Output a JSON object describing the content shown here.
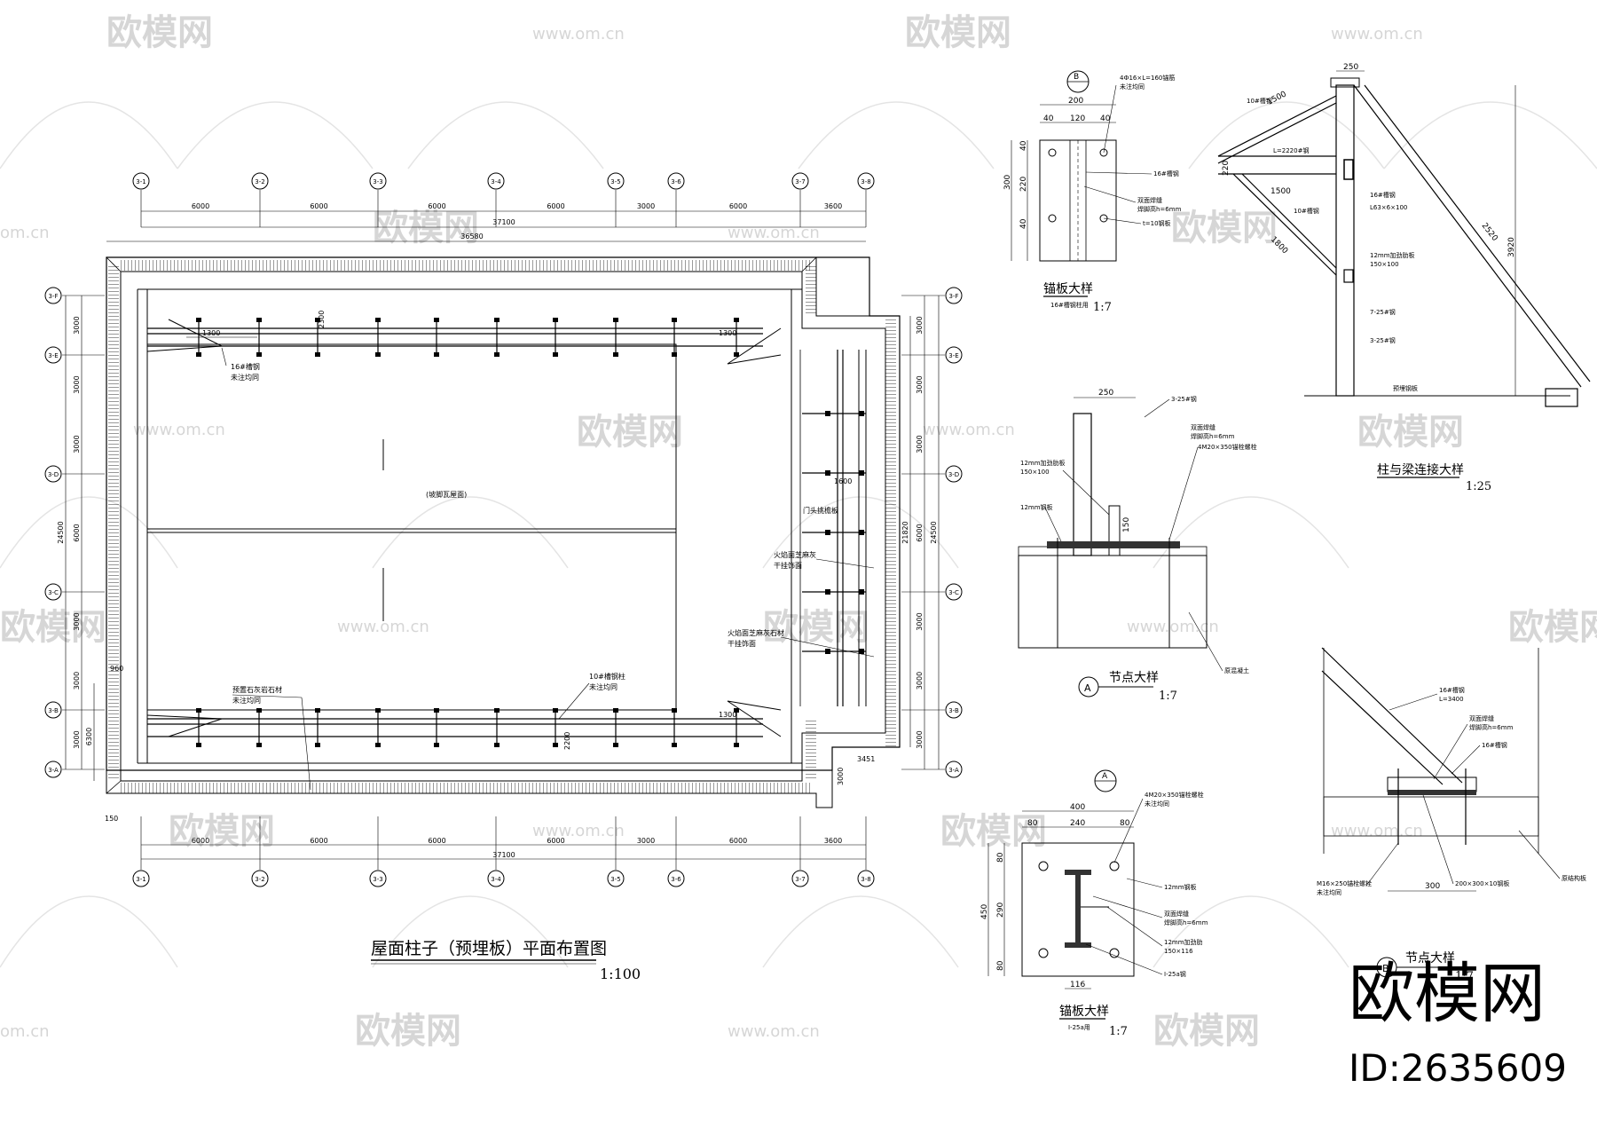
{
  "watermark": {
    "brand": "欧模网",
    "url": "www.om.cn",
    "url_short": "om.cn",
    "big_brand": "欧模网",
    "id_label": "ID:2635609"
  },
  "plan": {
    "title": "屋面柱子（预埋板）平面布置图",
    "scale": "1:100",
    "grid_top": [
      "3-1",
      "3-2",
      "3-3",
      "3-4",
      "3-5",
      "3-6",
      "3-7",
      "3-8"
    ],
    "grid_left": [
      "3-F",
      "3-E",
      "3-D",
      "3-C",
      "3-B",
      "3-A"
    ],
    "grid_right": [
      "3-F",
      "3-E",
      "3-D",
      "3-C",
      "3-B",
      "3-A"
    ],
    "spans_top": [
      "6000",
      "6000",
      "6000",
      "6000",
      "3000",
      "6000",
      "3600"
    ],
    "total_top": "37100",
    "inner_top": "36580",
    "spans_bottom": [
      "6000",
      "6000",
      "6000",
      "6000",
      "3000",
      "6000",
      "3600"
    ],
    "total_bottom": "37100",
    "spans_left": [
      "3000",
      "3000",
      "3000",
      "6000",
      "3000",
      "3000",
      "3000"
    ],
    "total_left": "24500",
    "left_6300": "6300",
    "spans_right": [
      "3000",
      "3000",
      "3000",
      "6000",
      "3000",
      "3000",
      "3000"
    ],
    "total_right": "24500",
    "right_21820": "21820",
    "dim_1300a": "1300",
    "dim_1300b": "1300",
    "dim_1300c": "1300",
    "dim_1600": "1600",
    "dim_2300": "2300",
    "dim_2200": "2200",
    "dim_960": "960",
    "dim_3451": "3451",
    "dim_3000": "3000",
    "dim_150": "150",
    "center_label": "(坡脚瓦屋面)",
    "note_a": "16#槽钢",
    "note_a2": "未注均同",
    "note_b": "10#槽钢柱",
    "note_b2": "未注均同",
    "note_c": "预置石灰岩石材",
    "note_c2": "未注均同",
    "note_d": "门头挑檐板",
    "note_e": "火焰面芝麻灰",
    "note_e2": "干挂饰面",
    "note_f": "火焰面芝麻灰石材",
    "note_f2": "干挂饰面"
  },
  "detail_anchor1": {
    "title": "锚板大样",
    "scale": "1:7",
    "sub": "16#槽钢柱用",
    "marker": "B",
    "dims_top": [
      "40",
      "120",
      "40"
    ],
    "dim_total": "200",
    "dims_left": [
      "40",
      "220",
      "40"
    ],
    "dim_left_total": "300",
    "note1": "4Ф16×L=160锚筋",
    "note1b": "未注均同",
    "note2": "16#槽钢",
    "note3": "双面焊缝",
    "note3b": "焊脚高h=6mm",
    "note4": "t=10钢板"
  },
  "detail_column_beam": {
    "title": "柱与梁连接大样",
    "scale": "1:25",
    "dim_250": "250",
    "dim_1500a": "1500",
    "dim_1500b": "1500",
    "dim_220": "220",
    "dim_2520": "2520",
    "dim_1800": "1800",
    "dim_3920": "3920",
    "note1": "10#槽钢",
    "note2": "L=2220#钢",
    "note3": "16#槽钢",
    "note4": "L63×6×100",
    "note5": "10#槽钢",
    "note6": "12mm加劲肋板",
    "note6b": "150×100",
    "note7": "7-25#钢",
    "note8": "3-25#钢",
    "note9": "预埋钢板"
  },
  "detail_node_a": {
    "title": "节点大样",
    "scale": "1:7",
    "marker": "A",
    "dim_250": "250",
    "dim_150": "150",
    "note1": "3-25#钢",
    "note2": "12mm加劲肋板",
    "note2b": "150×100",
    "note3": "12mm钢板",
    "note4": "双面焊缝",
    "note4b": "焊脚高h=6mm",
    "note5": "4M20×350锚栓螺栓",
    "note6": "原混凝土"
  },
  "detail_anchor2": {
    "title": "锚板大样",
    "scale": "1:7",
    "sub": "I-25a用",
    "marker": "A",
    "dims_top": [
      "80",
      "240",
      "80"
    ],
    "dim_total": "400",
    "dims_left": [
      "80",
      "290",
      "80"
    ],
    "dim_left_total": "450",
    "dim_bottom": "116",
    "note1": "4M20×350锚栓螺栓",
    "note1b": "未注均同",
    "note2": "12mm钢板",
    "note3": "双面焊缝",
    "note3b": "焊脚高h=6mm",
    "note4": "12mm加劲肋",
    "note4b": "150×116",
    "note5": "I-25a钢"
  },
  "detail_node_b": {
    "title": "节点大样",
    "scale": "1:7",
    "marker": "B",
    "dim_300": "300",
    "note1": "16#槽钢",
    "note1b": "L=3400",
    "note2": "双面焊缝",
    "note2b": "焊脚高h=6mm",
    "note3": "16#槽钢",
    "note4": "M16×250锚栓螺栓",
    "note4b": "未注均同",
    "note5": "200×300×10钢板",
    "note6": "原结构板"
  }
}
